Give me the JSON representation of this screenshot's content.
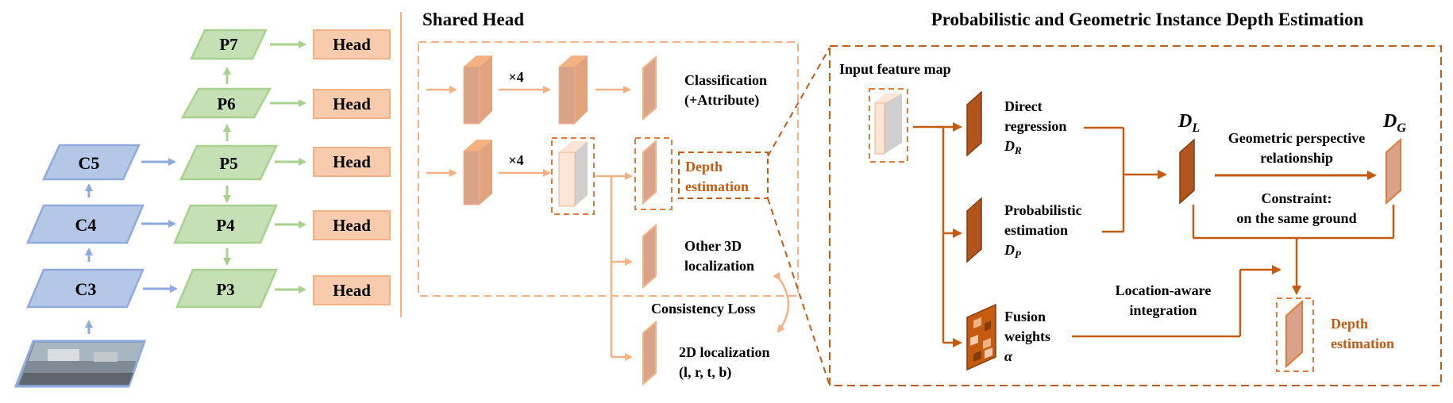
{
  "fpn": {
    "backbone": [
      "C3",
      "C4",
      "C5"
    ],
    "pyramid": [
      "P3",
      "P4",
      "P5",
      "P6",
      "P7"
    ],
    "head_label": "Head"
  },
  "shared_head": {
    "title": "Shared Head",
    "repeat_label": "×4",
    "repeat_label_2": "×4",
    "cls_line1": "Classification",
    "cls_line2": "(+Attribute)",
    "depth_line1": "Depth",
    "depth_line2": "estimation",
    "other3d_line1": "Other 3D",
    "other3d_line2": "localization",
    "consistency": "Consistency Loss",
    "loc2d_line1": "2D localization",
    "loc2d_line2": "(l, r, t, b)"
  },
  "depth_module": {
    "title": "Probabilistic and Geometric Instance Depth Estimation",
    "input_label": "Input feature map",
    "direct_line1": "Direct",
    "direct_line2": "regression",
    "direct_sym": "D",
    "direct_sub": "R",
    "prob_line1": "Probabilistic",
    "prob_line2": "estimation",
    "prob_sym": "D",
    "prob_sub": "P",
    "fusion_line1": "Fusion",
    "fusion_line2": "weights",
    "fusion_sym": "α",
    "dl_sym": "D",
    "dl_sub": "L",
    "dg_sym": "D",
    "dg_sub": "G",
    "geo_line1": "Geometric perspective",
    "geo_line2": "relationship",
    "constraint_line1": "Constraint:",
    "constraint_line2": "on the same ground",
    "loc_aware_line1": "Location-aware",
    "loc_aware_line2": "integration",
    "out_line1": "Depth",
    "out_line2": "estimation"
  },
  "colors": {
    "blue_fill": "#b4c7e7",
    "blue_stroke": "#8faadc",
    "green_fill": "#c5e0b4",
    "green_stroke": "#a9d18e",
    "head_fill": "#f8cbad",
    "head_stroke": "#f4b183",
    "salmon": "#f4b183",
    "orange": "#c55a11",
    "dark_orange": "#b3541e"
  }
}
